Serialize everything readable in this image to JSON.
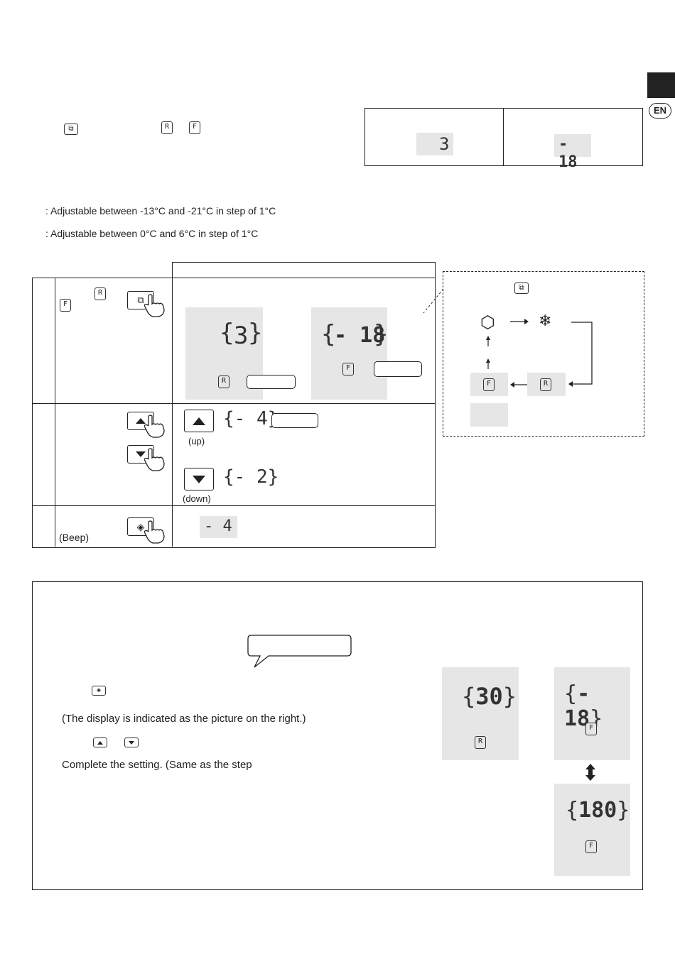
{
  "lang_badge": "EN",
  "temp_displays": {
    "fridge": "3",
    "freezer": "- 18"
  },
  "ranges": {
    "freezer": ": Adjustable between -13°C and -21°C in step of 1°C",
    "fridge": ": Adjustable between 0°C and 6°C in step of 1°C"
  },
  "key_labels": {
    "r": "R",
    "f": "F"
  },
  "steps": {
    "step1": {
      "fridge_seg": "3",
      "freezer_seg": "- 18"
    },
    "step2": {
      "up_seg": "- 4",
      "up_label": "(up)",
      "down_seg": "- 2",
      "down_label": "(down)"
    },
    "step3": {
      "beep_label": "(Beep)",
      "result_seg": "- 4"
    }
  },
  "cycle": {
    "glyph_hex": "⬡",
    "glyph_snow": "❄"
  },
  "notice": {
    "line_display": "(The display is indicated as the picture on the right.)",
    "line_complete": "Complete the setting. (Same as the step",
    "seg_fridge": "30",
    "seg_freezer": "- 18",
    "seg_freezer_alt": "180"
  }
}
